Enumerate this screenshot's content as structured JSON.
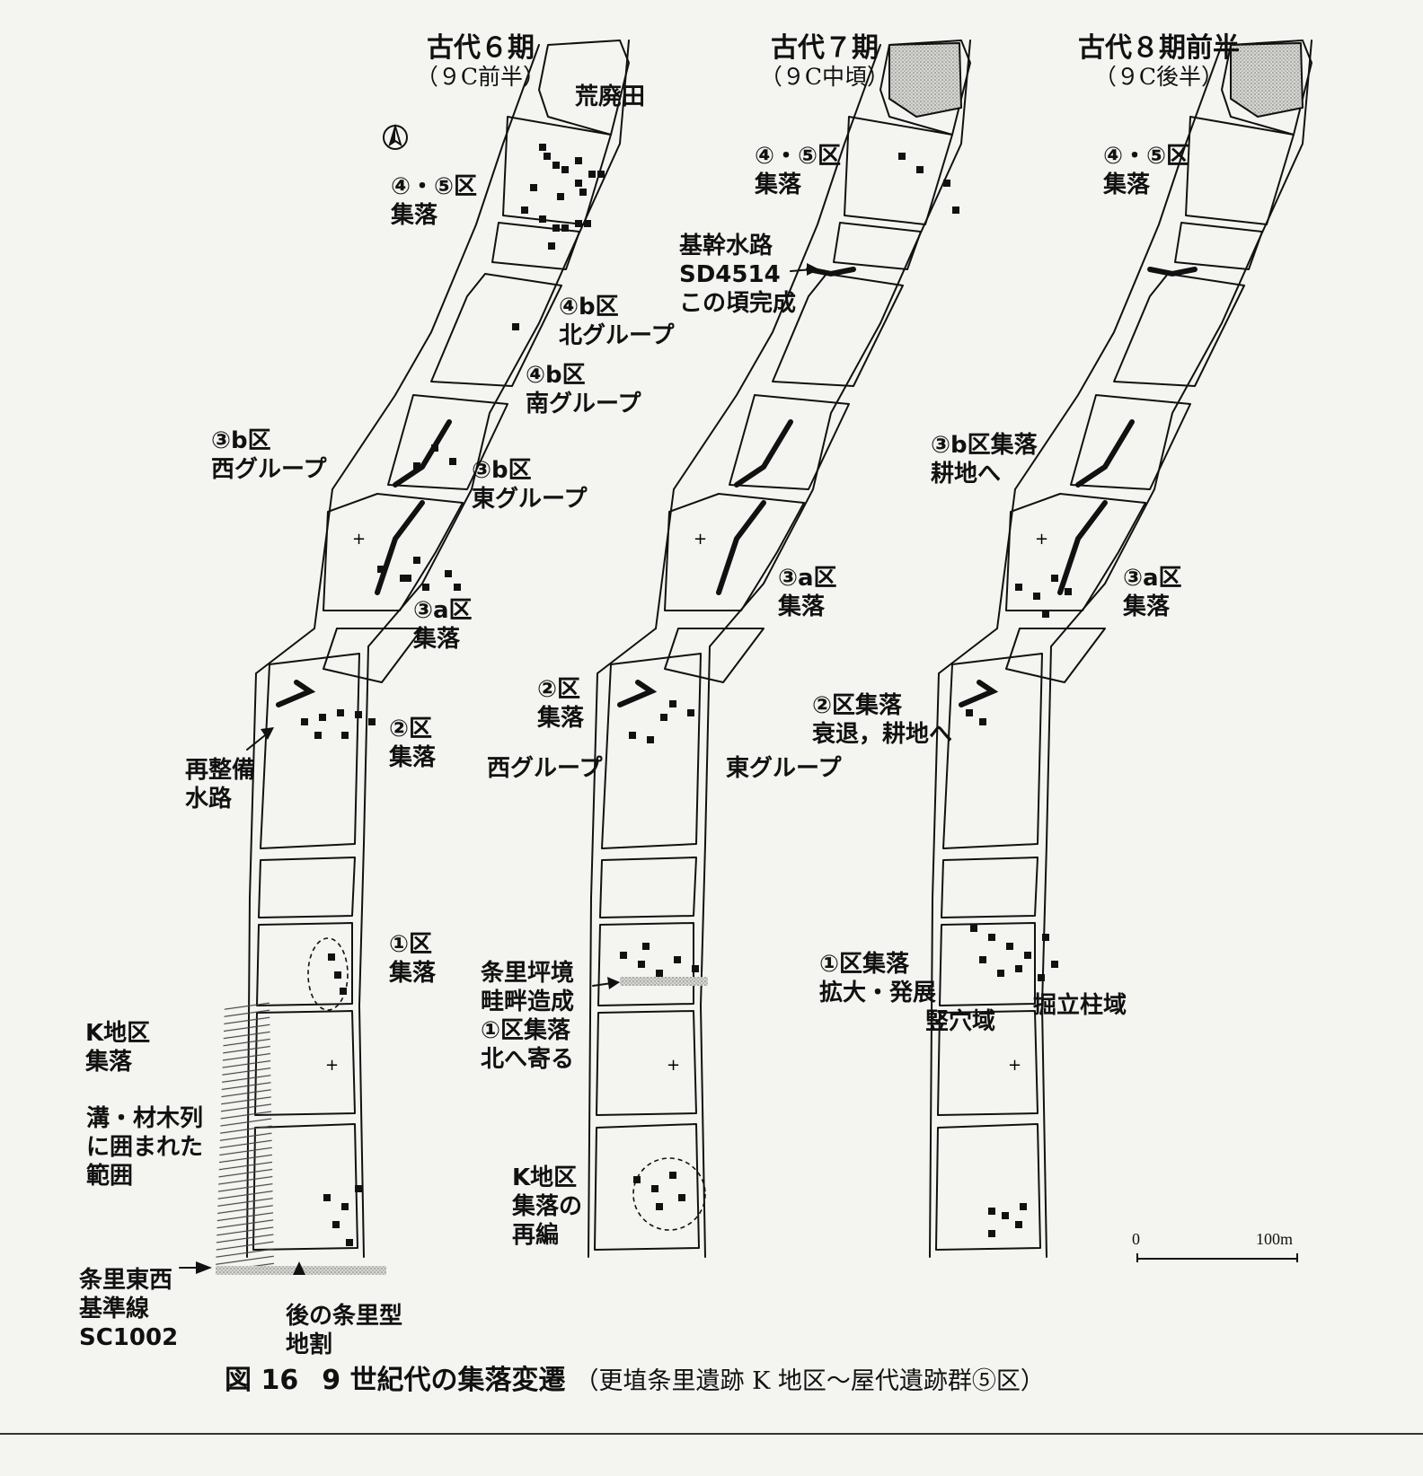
{
  "panels": [
    {
      "title": "古代６期",
      "subtitle": "（９C前半）"
    },
    {
      "title": "古代７期",
      "subtitle": "（９C中頃）"
    },
    {
      "title": "古代８期前半",
      "subtitle": "（９C後半）"
    }
  ],
  "labels": {
    "p1": {
      "koubaiden": "荒廃田",
      "ku45": "④・⑤区\n集落",
      "ku4b_north": "④b区\n北グループ",
      "ku4b_south": "④b区\n南グループ",
      "ku3b_west": "③b区\n西グループ",
      "ku3b_east": "③b区\n東グループ",
      "ku3a": "③a区\n集落",
      "ku2": "②区\n集落",
      "saiseibi": "再整備\n水路",
      "ku1": "①区\n集落",
      "k_district": "K地区\n集落",
      "enclosed": "溝・材木列\nに囲まれた\n範囲",
      "baseline": "条里東西\n基準線\nSC1002",
      "later_grid": "後の条里型\n地割"
    },
    "p2": {
      "ku45": "④・⑤区\n集落",
      "main_channel": "基幹水路\nSD4514\nこの頃完成",
      "ku3a": "③a区\n集落",
      "ku2": "②区\n集落",
      "west_group": "西グループ",
      "east_group": "東グループ",
      "jori_boundary": "条里坪境\n畦畔造成\n①区集落\n北へ寄る",
      "k_reorg": "K地区\n集落の\n再編"
    },
    "p3": {
      "ku45": "④・⑤区\n集落",
      "ku3b": "③b区集落\n耕地へ",
      "ku3a": "③a区\n集落",
      "ku2": "②区集落\n衰退，耕地へ",
      "ku1": "①区集落\n拡大・発展",
      "pit_area": "竪穴域",
      "post_area": "掘立柱域"
    }
  },
  "scale": {
    "zero": "0",
    "max": "100m"
  },
  "caption": {
    "fig": "図 16",
    "main": "9 世紀代の集落変遷",
    "paren": "（更埴条里遺跡 K 地区～屋代遺跡群⑤区）"
  },
  "colors": {
    "ink": "#111111",
    "paper": "#f4f4f1",
    "hatch": "#555555",
    "stipple": "#b8b8b8"
  }
}
